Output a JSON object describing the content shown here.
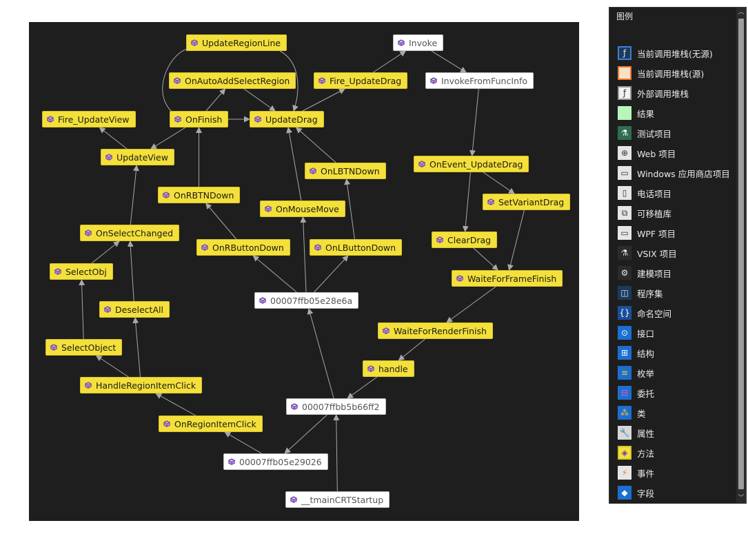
{
  "graph": {
    "nodes": [
      {
        "id": "UpdateRegionLine",
        "label": "UpdateRegionLine",
        "style": "yellow"
      },
      {
        "id": "Invoke",
        "label": "Invoke",
        "style": "white"
      },
      {
        "id": "OnAutoAddSelectRegion",
        "label": "OnAutoAddSelectRegion",
        "style": "yellow"
      },
      {
        "id": "Fire_UpdateDrag",
        "label": "Fire_UpdateDrag",
        "style": "yellow"
      },
      {
        "id": "InvokeFromFuncInfo",
        "label": "InvokeFromFuncInfo",
        "style": "white"
      },
      {
        "id": "Fire_UpdateView",
        "label": "Fire_UpdateView",
        "style": "yellow"
      },
      {
        "id": "OnFinish",
        "label": "OnFinish",
        "style": "yellow"
      },
      {
        "id": "UpdateDrag",
        "label": "UpdateDrag",
        "style": "yellow"
      },
      {
        "id": "UpdateView",
        "label": "UpdateView",
        "style": "yellow"
      },
      {
        "id": "OnLBTNDown",
        "label": "OnLBTNDown",
        "style": "yellow"
      },
      {
        "id": "OnEvent_UpdateDrag",
        "label": "OnEvent_UpdateDrag",
        "style": "yellow"
      },
      {
        "id": "OnRBTNDown",
        "label": "OnRBTNDown",
        "style": "yellow"
      },
      {
        "id": "SetVariantDrag",
        "label": "SetVariantDrag",
        "style": "yellow"
      },
      {
        "id": "OnMouseMove",
        "label": "OnMouseMove",
        "style": "yellow"
      },
      {
        "id": "OnSelectChanged",
        "label": "OnSelectChanged",
        "style": "yellow"
      },
      {
        "id": "ClearDrag",
        "label": "ClearDrag",
        "style": "yellow"
      },
      {
        "id": "OnRButtonDown",
        "label": "OnRButtonDown",
        "style": "yellow"
      },
      {
        "id": "OnLButtonDown",
        "label": "OnLButtonDown",
        "style": "yellow"
      },
      {
        "id": "SelectObj",
        "label": "SelectObj",
        "style": "yellow"
      },
      {
        "id": "WaiteForFrameFinish",
        "label": "WaiteForFrameFinish",
        "style": "yellow"
      },
      {
        "id": "addr_28e6a",
        "label": "00007ffb05e28e6a",
        "style": "white"
      },
      {
        "id": "DeselectAll",
        "label": "DeselectAll",
        "style": "yellow"
      },
      {
        "id": "WaiteForRenderFinish",
        "label": "WaiteForRenderFinish",
        "style": "yellow"
      },
      {
        "id": "SelectObject",
        "label": "SelectObject",
        "style": "yellow"
      },
      {
        "id": "handle",
        "label": "handle",
        "style": "yellow"
      },
      {
        "id": "HandleRegionItemClick",
        "label": "HandleRegionItemClick",
        "style": "yellow"
      },
      {
        "id": "addr_66ff2",
        "label": "00007ffbb5b66ff2",
        "style": "white"
      },
      {
        "id": "OnRegionItemClick",
        "label": "OnRegionItemClick",
        "style": "yellow"
      },
      {
        "id": "addr_29026",
        "label": "00007ffb05e29026",
        "style": "white"
      },
      {
        "id": "tmainCRTStartup",
        "label": "__tmainCRTStartup",
        "style": "white"
      }
    ],
    "edges": [
      [
        "tmainCRTStartup",
        "addr_66ff2"
      ],
      [
        "addr_66ff2",
        "addr_28e6a"
      ],
      [
        "addr_66ff2",
        "addr_29026"
      ],
      [
        "addr_29026",
        "OnRegionItemClick"
      ],
      [
        "OnRegionItemClick",
        "HandleRegionItemClick"
      ],
      [
        "HandleRegionItemClick",
        "SelectObject"
      ],
      [
        "HandleRegionItemClick",
        "DeselectAll"
      ],
      [
        "SelectObject",
        "SelectObj"
      ],
      [
        "SelectObj",
        "OnSelectChanged"
      ],
      [
        "DeselectAll",
        "OnSelectChanged"
      ],
      [
        "OnSelectChanged",
        "UpdateView"
      ],
      [
        "UpdateView",
        "Fire_UpdateView"
      ],
      [
        "OnFinish",
        "UpdateView"
      ],
      [
        "addr_28e6a",
        "OnRButtonDown"
      ],
      [
        "addr_28e6a",
        "OnMouseMove"
      ],
      [
        "addr_28e6a",
        "OnLButtonDown"
      ],
      [
        "OnRButtonDown",
        "OnRBTNDown"
      ],
      [
        "OnLButtonDown",
        "OnLBTNDown"
      ],
      [
        "OnRBTNDown",
        "OnFinish"
      ],
      [
        "OnMouseMove",
        "UpdateDrag"
      ],
      [
        "OnLBTNDown",
        "UpdateDrag"
      ],
      [
        "OnFinish",
        "UpdateDrag"
      ],
      [
        "OnFinish",
        "OnAutoAddSelectRegion"
      ],
      [
        "OnAutoAddSelectRegion",
        "UpdateDrag"
      ],
      [
        "OnFinish",
        "UpdateRegionLine"
      ],
      [
        "UpdateRegionLine",
        "UpdateDrag"
      ],
      [
        "UpdateDrag",
        "Fire_UpdateDrag"
      ],
      [
        "Fire_UpdateDrag",
        "Invoke"
      ],
      [
        "Invoke",
        "InvokeFromFuncInfo"
      ],
      [
        "InvokeFromFuncInfo",
        "OnEvent_UpdateDrag"
      ],
      [
        "OnEvent_UpdateDrag",
        "SetVariantDrag"
      ],
      [
        "OnEvent_UpdateDrag",
        "ClearDrag"
      ],
      [
        "ClearDrag",
        "WaiteForFrameFinish"
      ],
      [
        "SetVariantDrag",
        "WaiteForFrameFinish"
      ],
      [
        "WaiteForFrameFinish",
        "WaiteForRenderFinish"
      ],
      [
        "WaiteForRenderFinish",
        "handle"
      ],
      [
        "handle",
        "addr_66ff2"
      ]
    ]
  },
  "legend": {
    "title": "图例",
    "items": [
      {
        "label": "当前调用堆栈(无源)",
        "icon": "function-icon",
        "glyph": "ƒ",
        "bg": "#1c3a5e",
        "border": "#3d7fcf",
        "fg": "#e0e0e0"
      },
      {
        "label": "当前调用堆栈(源)",
        "icon": "source-frame-swatch",
        "glyph": "",
        "bg": "#fbe0c8",
        "border": "#f07828",
        "fg": "#000000"
      },
      {
        "label": "外部调用堆栈",
        "icon": "external-function-icon",
        "glyph": "ƒ",
        "bg": "#f2f2f2",
        "border": "#9a9a9a",
        "fg": "#333333"
      },
      {
        "label": "结果",
        "icon": "result-swatch",
        "glyph": "",
        "bg": "#b8f5b8",
        "border": "#b8f5b8",
        "fg": "#000000"
      },
      {
        "label": "测试项目",
        "icon": "flask-icon",
        "glyph": "⚗",
        "bg": "#2e6e4e",
        "border": "#2e6e4e",
        "fg": "#ffffff"
      },
      {
        "label": "Web 项目",
        "icon": "web-project-icon",
        "glyph": "⊕",
        "bg": "#e6e6e6",
        "border": "#e6e6e6",
        "fg": "#333333"
      },
      {
        "label": "Windows 应用商店项目",
        "icon": "store-project-icon",
        "glyph": "▭",
        "bg": "#e6e6e6",
        "border": "#e6e6e6",
        "fg": "#333333"
      },
      {
        "label": "电话项目",
        "icon": "phone-project-icon",
        "glyph": "▯",
        "bg": "#e6e6e6",
        "border": "#e6e6e6",
        "fg": "#333333"
      },
      {
        "label": "可移植库",
        "icon": "portable-library-icon",
        "glyph": "⧉",
        "bg": "#e6e6e6",
        "border": "#e6e6e6",
        "fg": "#333333"
      },
      {
        "label": "WPF 项目",
        "icon": "wpf-project-icon",
        "glyph": "▭",
        "bg": "#e6e6e6",
        "border": "#e6e6e6",
        "fg": "#333333"
      },
      {
        "label": "VSIX 项目",
        "icon": "vsix-project-icon",
        "glyph": "⚗",
        "bg": "#2b2b2b",
        "border": "#2b2b2b",
        "fg": "#e6e6e6"
      },
      {
        "label": "建模项目",
        "icon": "modeling-project-icon",
        "glyph": "⚙",
        "bg": "#2b2b2b",
        "border": "#2b2b2b",
        "fg": "#e6e6e6"
      },
      {
        "label": "程序集",
        "icon": "assembly-icon",
        "glyph": "◫",
        "bg": "#1c3a5e",
        "border": "#1c3a5e",
        "fg": "#e6e6e6"
      },
      {
        "label": "命名空间",
        "icon": "namespace-icon",
        "glyph": "{}",
        "bg": "#1c4f9c",
        "border": "#1c4f9c",
        "fg": "#ffffff"
      },
      {
        "label": "接口",
        "icon": "interface-icon",
        "glyph": "⊙",
        "bg": "#1c6fd0",
        "border": "#1c6fd0",
        "fg": "#ffffff"
      },
      {
        "label": "结构",
        "icon": "structure-icon",
        "glyph": "⊞",
        "bg": "#1c6fd0",
        "border": "#1c6fd0",
        "fg": "#ffffff"
      },
      {
        "label": "枚举",
        "icon": "enum-icon",
        "glyph": "≡",
        "bg": "#1c6fd0",
        "border": "#1c6fd0",
        "fg": "#f4c430"
      },
      {
        "label": "委托",
        "icon": "delegate-icon",
        "glyph": "⊟",
        "bg": "#1c6fd0",
        "border": "#1c6fd0",
        "fg": "#e05bd0"
      },
      {
        "label": "类",
        "icon": "class-icon",
        "glyph": "⁂",
        "bg": "#1c6fd0",
        "border": "#1c6fd0",
        "fg": "#f4c430"
      },
      {
        "label": "属性",
        "icon": "property-icon",
        "glyph": "🔧",
        "bg": "#d8d8d8",
        "border": "#d8d8d8",
        "fg": "#333333"
      },
      {
        "label": "方法",
        "icon": "method-icon",
        "glyph": "◈",
        "bg": "#f4e03a",
        "border": "#d6c22a",
        "fg": "#6b3fa0"
      },
      {
        "label": "事件",
        "icon": "event-icon",
        "glyph": "⚡",
        "bg": "#e6e6e6",
        "border": "#e6e6e6",
        "fg": "#e08a00"
      },
      {
        "label": "字段",
        "icon": "field-icon",
        "glyph": "◆",
        "bg": "#1c6fd0",
        "border": "#1c6fd0",
        "fg": "#ffffff"
      }
    ]
  },
  "colors": {
    "canvas": "#1e1e1e",
    "edge": "#a8a8a8",
    "node_yellow": "#f4e03a",
    "node_white": "#ffffff",
    "method_icon": "#6b3fa0"
  }
}
